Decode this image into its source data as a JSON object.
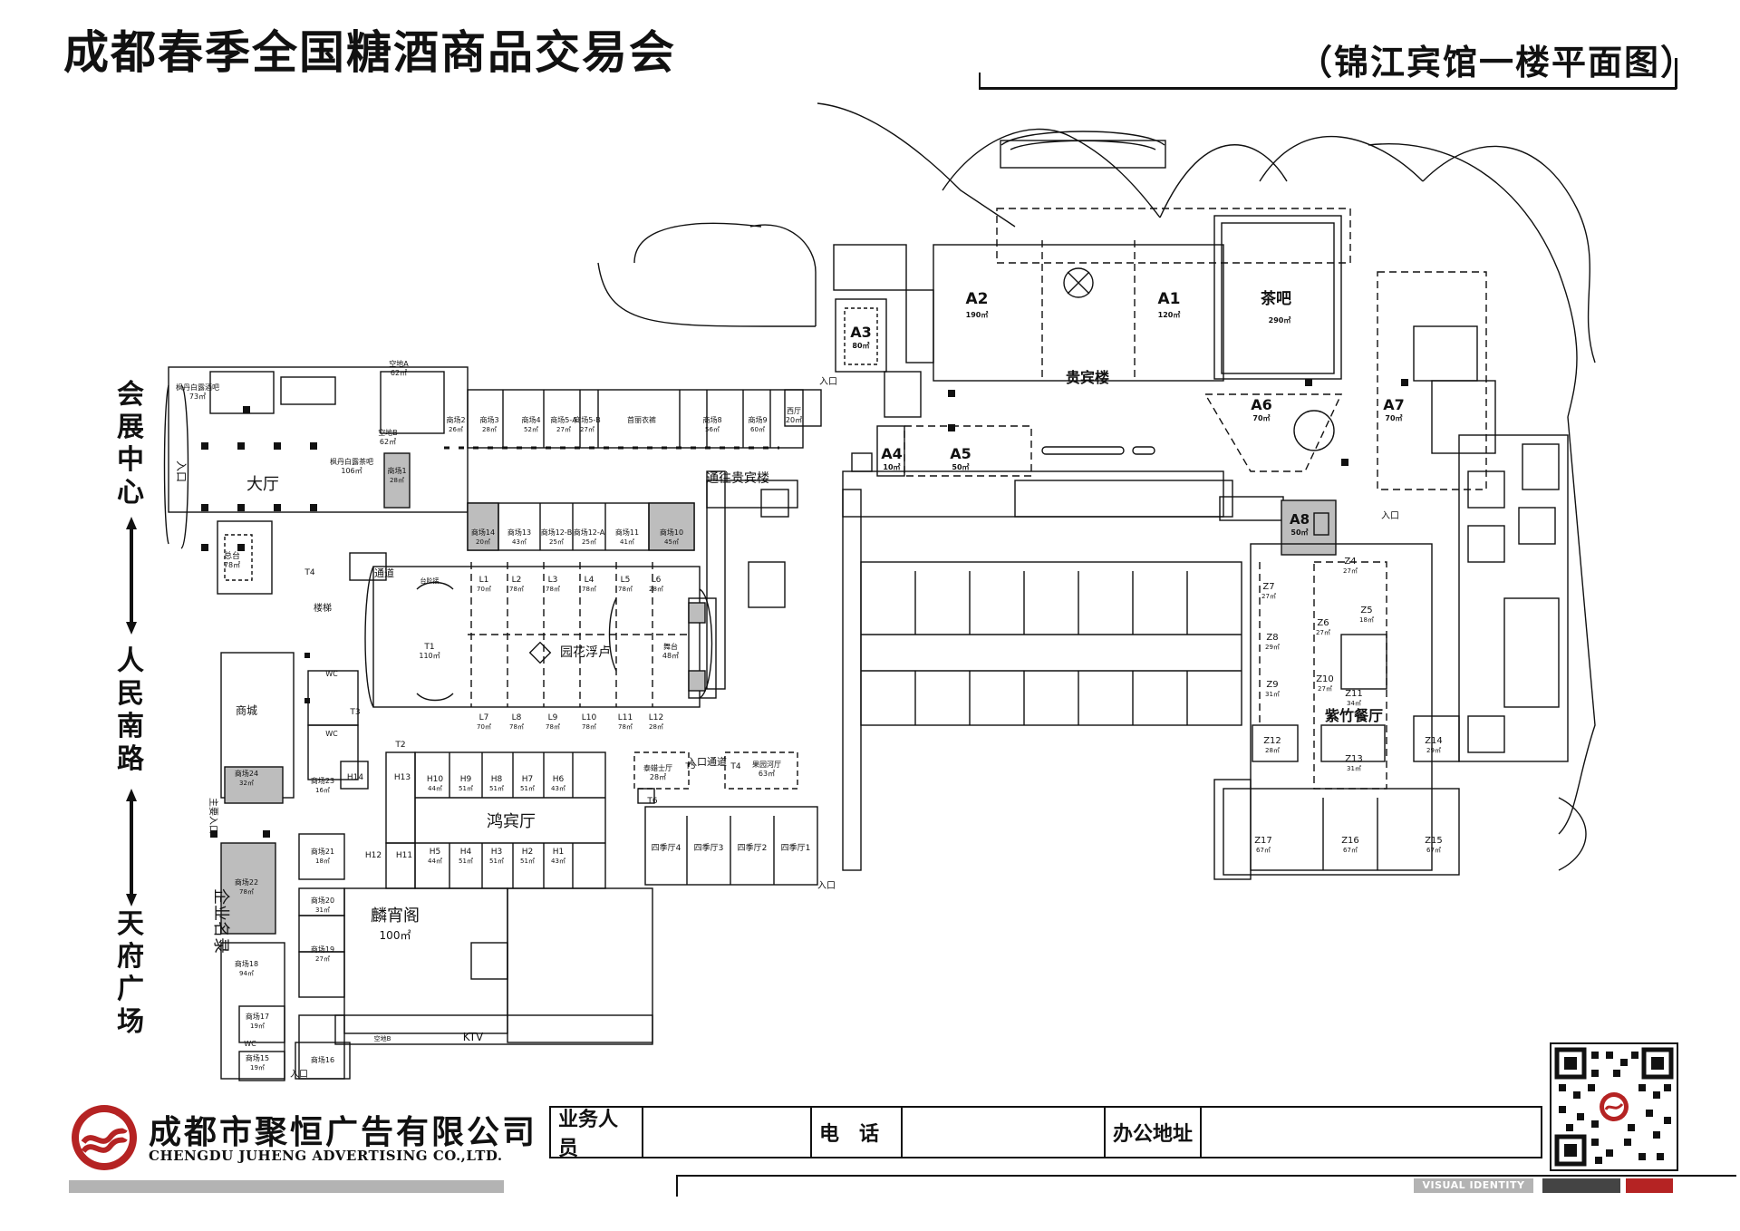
{
  "header": {
    "title": "成都春季全国糖酒商品交易会",
    "subtitle": "（锦江宾馆一楼平面图）"
  },
  "side": {
    "top_label": "会展中心",
    "middle_label": "人民南路",
    "bottom_label": "天府广场"
  },
  "colors": {
    "highlight_booth": "#bdbdbd",
    "line": "#111111",
    "brand_red": "#b52323"
  },
  "zones": {
    "guibin": "贵宾楼",
    "chaba": {
      "name": "茶吧",
      "area": "290㎡"
    },
    "A1": {
      "name": "A1",
      "area": "120㎡"
    },
    "A2": {
      "name": "A2",
      "area": "190㎡"
    },
    "A3": {
      "name": "A3",
      "area": "80㎡"
    },
    "A4": {
      "name": "A4",
      "area": "10㎡"
    },
    "A5": {
      "name": "A5",
      "area": "50㎡"
    },
    "A6": {
      "name": "A6",
      "area": "70㎡"
    },
    "A7": {
      "name": "A7",
      "area": "70㎡"
    },
    "A8": {
      "name": "A8",
      "area": "50㎡"
    },
    "datang": "大厅",
    "rukou_left": "入口",
    "tongwang": "通往贵宾楼",
    "yuanhua": "园花浮卢",
    "hongbin": "鸿宾厅",
    "linxiao": {
      "name": "麟宵阁",
      "area": "100㎡"
    },
    "zizhu": "紫竹餐厅",
    "ktv": "KTV",
    "shangcheng": "商城",
    "qiye": "企业名录",
    "zhuyao_rukou": "主要入口",
    "rukou_bottom": "入口",
    "rukou_bottom2": "入口",
    "rukou_top": "入口",
    "rukou_right": "入口",
    "rukou_tongdao": "入口通道",
    "daodao": "通道",
    "louti": "楼梯",
    "tidian": "梯电",
    "kongdi": "空地B",
    "kongdiA": {
      "name": "空地A",
      "area": "62㎡"
    },
    "kongdiB": {
      "name": "空地B",
      "area": "62㎡"
    },
    "zongtai": {
      "name": "总台",
      "area": "78㎡"
    },
    "fengdan_jiuba": {
      "name": "枫丹白露酒吧",
      "area": "73㎡"
    },
    "fengdan_chaba": {
      "name": "枫丹白露茶吧",
      "area": "106㎡"
    },
    "T1": {
      "name": "T1",
      "area": "110㎡"
    },
    "wutai": {
      "name": "舞台",
      "area": "48㎡"
    },
    "baijiu": {
      "name": "泰蜡士厅",
      "area": "28㎡"
    },
    "guoyuan": {
      "name": "果园河厅",
      "area": "63㎡"
    },
    "xiting": {
      "name": "西厅",
      "area": "20㎡"
    },
    "baiyiyishang": "首丽衣裤",
    "taijie": "台阶接"
  },
  "booths_top": [
    {
      "name": "商场2",
      "area": "26㎡"
    },
    {
      "name": "商场3",
      "area": "28㎡"
    },
    {
      "name": "商场4",
      "area": "52㎡"
    },
    {
      "name": "商场5-A",
      "area": "27㎡"
    },
    {
      "name": "商场5-B",
      "area": "27㎡"
    },
    {
      "name": "商场8",
      "area": "56㎡"
    },
    {
      "name": "商场9",
      "area": "60㎡"
    }
  ],
  "booths_mid": [
    {
      "name": "商场14",
      "area": "20㎡"
    },
    {
      "name": "商场13",
      "area": "43㎡"
    },
    {
      "name": "商场12-B",
      "area": "25㎡"
    },
    {
      "name": "商场12-A",
      "area": "25㎡"
    },
    {
      "name": "商场11",
      "area": "41㎡"
    },
    {
      "name": "商场10",
      "area": "45㎡"
    }
  ],
  "booth_1": {
    "name": "商场1",
    "area": "28㎡"
  },
  "L_top": [
    {
      "name": "L1",
      "area": "70㎡"
    },
    {
      "name": "L2",
      "area": "78㎡"
    },
    {
      "name": "L3",
      "area": "78㎡"
    },
    {
      "name": "L4",
      "area": "78㎡"
    },
    {
      "name": "L5",
      "area": "78㎡"
    },
    {
      "name": "L6",
      "area": "28㎡"
    }
  ],
  "L_bottom": [
    {
      "name": "L7",
      "area": "70㎡"
    },
    {
      "name": "L8",
      "area": "78㎡"
    },
    {
      "name": "L9",
      "area": "78㎡"
    },
    {
      "name": "L10",
      "area": "78㎡"
    },
    {
      "name": "L11",
      "area": "78㎡"
    },
    {
      "name": "L12",
      "area": "28㎡"
    }
  ],
  "H_top": [
    {
      "name": "H10",
      "area": "44㎡"
    },
    {
      "name": "H9",
      "area": "51㎡"
    },
    {
      "name": "H8",
      "area": "51㎡"
    },
    {
      "name": "H7",
      "area": "51㎡"
    },
    {
      "name": "H6",
      "area": "43㎡"
    }
  ],
  "H_bottom": [
    {
      "name": "H5",
      "area": "44㎡"
    },
    {
      "name": "H4",
      "area": "51㎡"
    },
    {
      "name": "H3",
      "area": "51㎡"
    },
    {
      "name": "H2",
      "area": "51㎡"
    },
    {
      "name": "H1",
      "area": "43㎡"
    }
  ],
  "H_side": [
    "H13",
    "H14",
    "H12",
    "H11"
  ],
  "sijiting": [
    "四季厅4",
    "四季厅3",
    "四季厅2",
    "四季厅1"
  ],
  "T_marks": [
    "T2",
    "T3",
    "T4",
    "T5",
    "T6",
    "T4"
  ],
  "booths_left": [
    {
      "name": "商场24",
      "area": "32㎡"
    },
    {
      "name": "商场23",
      "area": "16㎡"
    },
    {
      "name": "商场21",
      "area": "18㎡"
    },
    {
      "name": "商场22",
      "area": "78㎡"
    },
    {
      "name": "商场20",
      "area": "31㎡"
    },
    {
      "name": "商场19",
      "area": "27㎡"
    },
    {
      "name": "商场18",
      "area": "94㎡"
    },
    {
      "name": "商场17",
      "area": "19㎡"
    },
    {
      "name": "商场15",
      "area": "19㎡"
    },
    {
      "name": "商场16",
      "area": ""
    }
  ],
  "Z_rooms": [
    {
      "name": "Z4",
      "area": "27㎡"
    },
    {
      "name": "Z7",
      "area": "27㎡"
    },
    {
      "name": "Z5",
      "area": "18㎡"
    },
    {
      "name": "Z6",
      "area": "27㎡"
    },
    {
      "name": "Z8",
      "area": "29㎡"
    },
    {
      "name": "Z9",
      "area": "31㎡"
    },
    {
      "name": "Z10",
      "area": "27㎡"
    },
    {
      "name": "Z11",
      "area": "34㎡"
    },
    {
      "name": "Z12",
      "area": "28㎡"
    },
    {
      "name": "Z13",
      "area": "31㎡"
    },
    {
      "name": "Z14",
      "area": "29㎡"
    },
    {
      "name": "Z17",
      "area": "67㎡"
    },
    {
      "name": "Z16",
      "area": "67㎡"
    },
    {
      "name": "Z15",
      "area": "67㎡"
    }
  ],
  "wc": [
    "WC",
    "WC",
    "WC"
  ],
  "kongdi_bottom": "空地B",
  "footer": {
    "company_cn": "成都市聚恒广告有限公司",
    "company_en": "CHENGDU JUHENG ADVERTISING CO.,LTD.",
    "field_staff": "业务人员",
    "field_phone": "电　话",
    "field_address": "办公地址",
    "visual_identity": "VISUAL IDENTITY"
  }
}
